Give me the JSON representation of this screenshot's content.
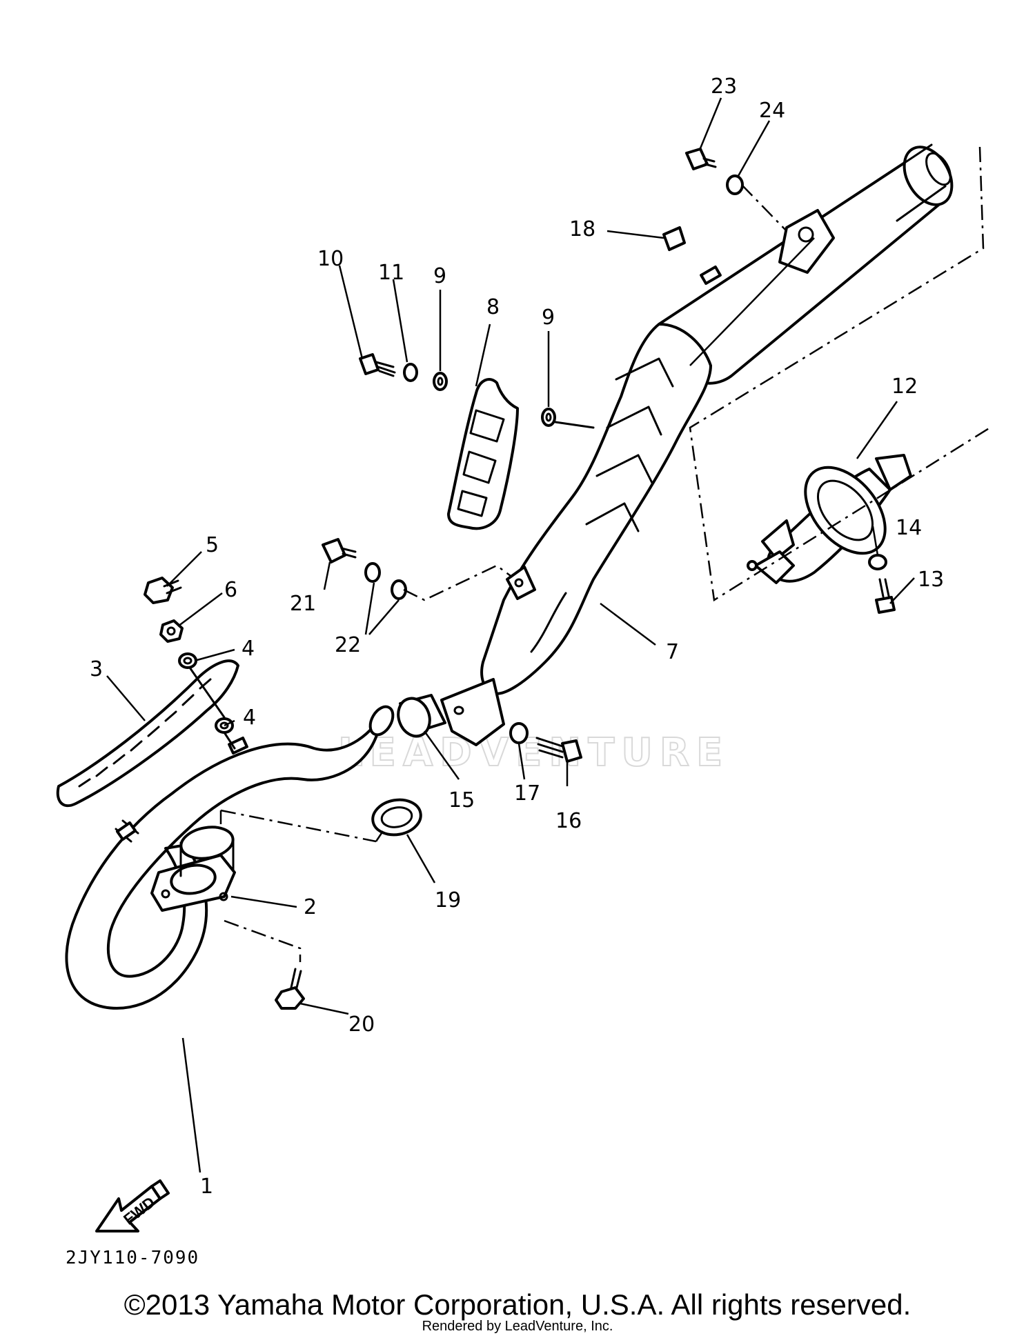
{
  "diagram": {
    "watermark": "LEADVENTURE",
    "fwd_label": "FWD",
    "diagram_code": "2JY110-7090",
    "callouts": [
      {
        "id": "c1",
        "text": "1"
      },
      {
        "id": "c2",
        "text": "2"
      },
      {
        "id": "c3",
        "text": "3"
      },
      {
        "id": "c4a",
        "text": "4"
      },
      {
        "id": "c4b",
        "text": "4"
      },
      {
        "id": "c5",
        "text": "5"
      },
      {
        "id": "c6",
        "text": "6"
      },
      {
        "id": "c7",
        "text": "7"
      },
      {
        "id": "c8",
        "text": "8"
      },
      {
        "id": "c9a",
        "text": "9"
      },
      {
        "id": "c9b",
        "text": "9"
      },
      {
        "id": "c10",
        "text": "10"
      },
      {
        "id": "c11",
        "text": "11"
      },
      {
        "id": "c12",
        "text": "12"
      },
      {
        "id": "c13",
        "text": "13"
      },
      {
        "id": "c14",
        "text": "14"
      },
      {
        "id": "c15",
        "text": "15"
      },
      {
        "id": "c16",
        "text": "16"
      },
      {
        "id": "c17",
        "text": "17"
      },
      {
        "id": "c18",
        "text": "18"
      },
      {
        "id": "c19",
        "text": "19"
      },
      {
        "id": "c20",
        "text": "20"
      },
      {
        "id": "c21",
        "text": "21"
      },
      {
        "id": "c22",
        "text": "22"
      },
      {
        "id": "c23",
        "text": "23"
      },
      {
        "id": "c24",
        "text": "24"
      }
    ]
  },
  "footer": {
    "copyright": "©2013 Yamaha Motor Corporation, U.S.A. All rights reserved.",
    "rendered_by": "Rendered by LeadVenture, Inc."
  }
}
